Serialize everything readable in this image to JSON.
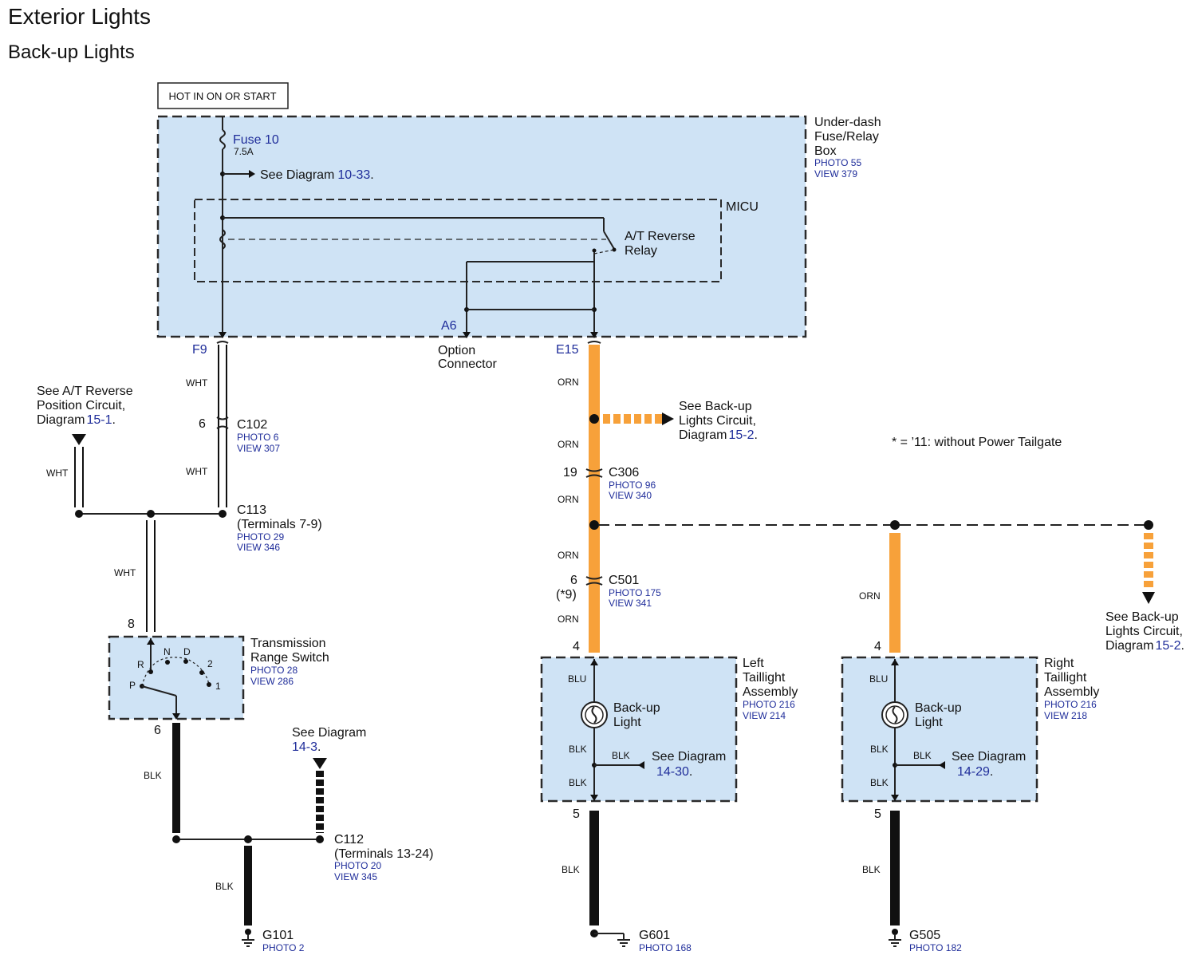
{
  "title": "Exterior Lights",
  "subtitle": "Back-up Lights",
  "power_label": "HOT IN ON OR START",
  "fuse": {
    "name": "Fuse 10",
    "rating": "7.5A"
  },
  "see_diagram_prefix": "See Diagram",
  "see_10_33": "10-33",
  "fuse_box": {
    "line1": "Under-dash",
    "line2": "Fuse/Relay",
    "line3": "Box",
    "photo": "PHOTO 55",
    "view": "VIEW 379"
  },
  "micu": "MICU",
  "relay": {
    "line1": "A/T Reverse",
    "line2": "Relay"
  },
  "pins": {
    "a6": "A6",
    "f9": "F9",
    "e15": "E15"
  },
  "option_connector": {
    "line1": "Option",
    "line2": "Connector"
  },
  "wires": {
    "wht": "WHT",
    "orn": "ORN",
    "blk": "BLK",
    "blu": "BLU"
  },
  "see_at": {
    "line1": "See A/T Reverse",
    "line2": "Position Circuit,",
    "line3": "Diagram",
    "ref": "15-1",
    "period": "."
  },
  "c102": {
    "pin": "6",
    "name": "C102",
    "photo": "PHOTO 6",
    "view": "VIEW 307"
  },
  "c113": {
    "name": "C113",
    "terminals": "(Terminals 7-9)",
    "photo": "PHOTO 29",
    "view": "VIEW 346"
  },
  "trs": {
    "pin_top": "8",
    "pin_bottom": "6",
    "line1": "Transmission",
    "line2": "Range Switch",
    "photo": "PHOTO 28",
    "view": "VIEW 286",
    "positions": [
      "N",
      "D",
      "R",
      "2",
      "P",
      "1"
    ]
  },
  "see_14_3": {
    "line1": "See Diagram",
    "ref": "14-3",
    "period": "."
  },
  "c112": {
    "name": "C112",
    "terminals": "(Terminals 13-24)",
    "photo": "PHOTO 20",
    "view": "VIEW 345"
  },
  "g101": {
    "name": "G101",
    "photo": "PHOTO 2"
  },
  "backup_circuit_top": {
    "line1": "See Back-up",
    "line2": "Lights Circuit,",
    "line3": "Diagram",
    "ref": "15-2",
    "period": "."
  },
  "note": "* =  ’11: without Power Tailgate",
  "c306": {
    "pin": "19",
    "name": "C306",
    "photo": "PHOTO 96",
    "view": "VIEW 340"
  },
  "c501": {
    "pin": "6",
    "alt_pin": "(*9)",
    "name": "C501",
    "photo": "PHOTO 175",
    "view": "VIEW 341"
  },
  "backup_circuit_right": {
    "line1": "See Back-up",
    "line2": "Lights Circuit,",
    "line3": "Diagram",
    "ref": "15-2",
    "period": "."
  },
  "left_taillight": {
    "pin_top": "4",
    "pin_bottom": "5",
    "line1": "Left",
    "line2": "Taillight",
    "line3": "Assembly",
    "photo": "PHOTO 216",
    "view": "VIEW 214",
    "lamp1": "Back-up",
    "lamp2": "Light",
    "see": "See Diagram",
    "ref": "14-30",
    "period": "."
  },
  "right_taillight": {
    "pin_top": "4",
    "pin_bottom": "5",
    "line1": "Right",
    "line2": "Taillight",
    "line3": "Assembly",
    "photo": "PHOTO 216",
    "view": "VIEW 218",
    "lamp1": "Back-up",
    "lamp2": "Light",
    "see": "See Diagram",
    "ref": "14-29",
    "period": "."
  },
  "g601": {
    "name": "G601",
    "photo": "PHOTO 168"
  },
  "g505": {
    "name": "G505",
    "photo": "PHOTO 182"
  },
  "colors": {
    "orange": "#f7a13a",
    "box_fill": "#cfe3f5",
    "ref_blue": "#1f2d9a"
  }
}
